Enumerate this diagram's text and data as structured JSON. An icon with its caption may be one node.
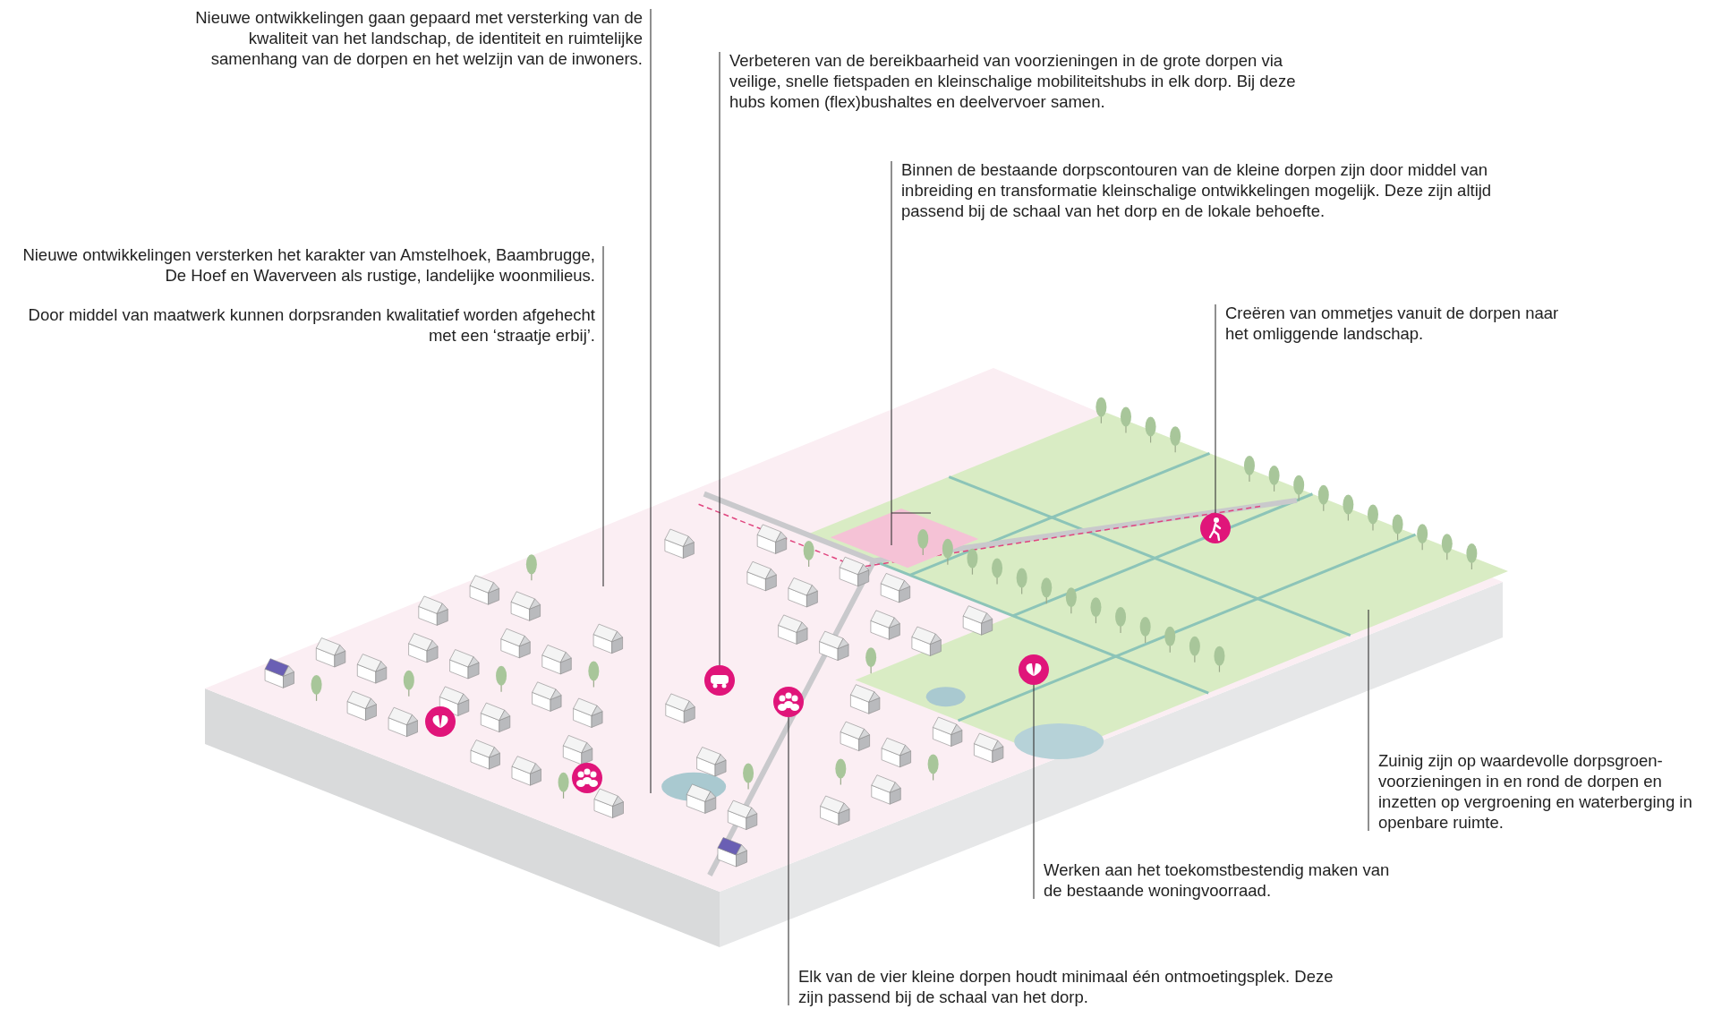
{
  "diagram": {
    "nodes": [
      {
        "text": [
          "Nieuwe ontwikkelingen gaan gepaard met versterking van de kwaliteit van het landschap, de identiteit en ruimtelijke samenhang van de dorpen en het welzijn van de inwoners."
        ]
      },
      {
        "text": [
          "Verbeteren van de bereikbaarheid van voorzieningen in de grote dorpen via veilige, snelle fietspaden en kleinschalige mobiliteitshubs in elk dorp. Bij deze hubs komen (flex)bushaltes en deelvervoer samen."
        ]
      },
      {
        "text": [
          "Binnen de bestaande dorpscontouren van de kleine dorpen zijn door middel van inbreiding en transformatie kleinschalige ontwikkelingen mogelijk. Deze zijn altijd passend bij de schaal van het dorp en de lokale behoefte."
        ]
      },
      {
        "text": [
          "Nieuwe ontwikkelingen versterken het karakter van Amstelhoek, Baambrugge, De Hoef en Waverveen als rustige, landelijke woonmilieus.",
          "Door middel van maatwerk kunnen dorpsranden kwalitatief worden afgehecht met een ‘straatje erbij’."
        ]
      },
      {
        "text": [
          "Creëren van ommetjes vanuit de dorpen naar het omliggende landschap."
        ]
      },
      {
        "text": [
          "Zuinig zijn op waardevolle dorpsgroen-voorzieningen in en rond de dorpen en inzetten op vergroening en waterberging in openbare ruimte."
        ]
      },
      {
        "text": [
          "Werken aan het toekomstbestendig maken van de bestaande woningvoorraad."
        ]
      },
      {
        "text": [
          "Elk van de vier kleine dorpen houdt minimaal één ontmoetingsplek. Deze zijn passend bij de schaal van het dorp."
        ]
      },
      {
        "text": [],
        "shape": "circle"
      },
      {
        "text": [],
        "shape": "circle"
      },
      {
        "text": [],
        "shape": "circle"
      },
      {
        "text": [],
        "shape": "circle"
      }
    ],
    "edges": [
      {
        "from": 0,
        "to": null,
        "arrow": "none"
      },
      {
        "from": 1,
        "to": 8,
        "arrow": "none"
      },
      {
        "from": 2,
        "to": null,
        "arrow": "none"
      },
      {
        "from": 3,
        "to": null,
        "arrow": "none"
      },
      {
        "from": 4,
        "to": 11,
        "arrow": "none"
      },
      {
        "from": 5,
        "to": null,
        "arrow": "none"
      },
      {
        "from": 6,
        "to": 10,
        "arrow": "none"
      },
      {
        "from": 7,
        "to": 9,
        "arrow": "none"
      }
    ]
  }
}
